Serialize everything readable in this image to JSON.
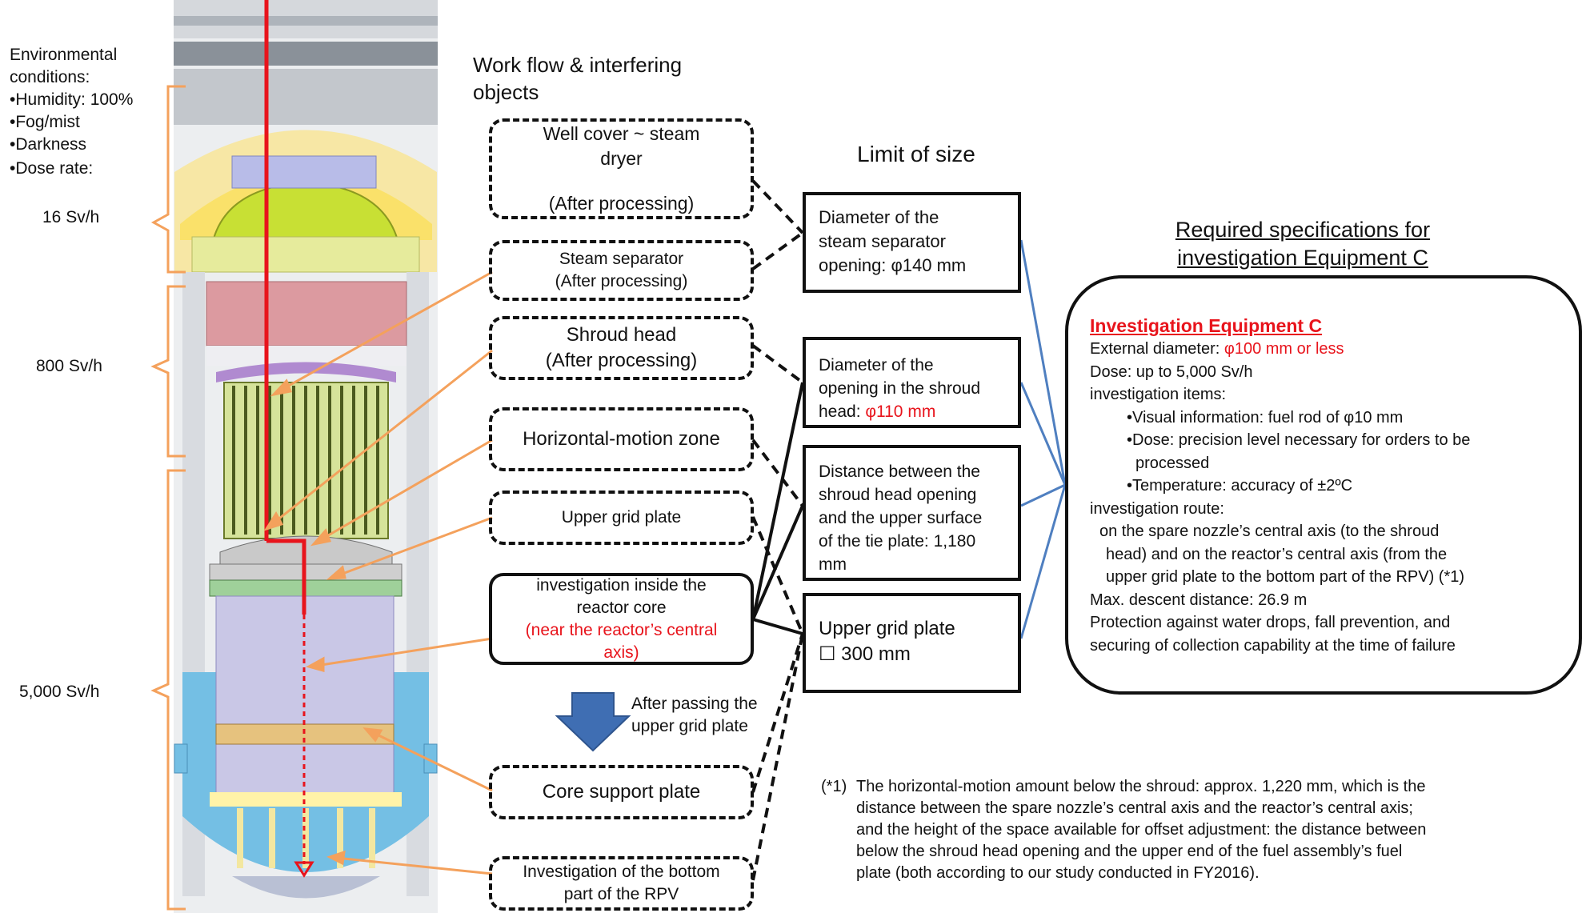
{
  "environment": {
    "heading": [
      "Environmental",
      "conditions:"
    ],
    "items": [
      "•Humidity: 100%",
      "•Fog/mist",
      "•Darkness",
      "•Dose rate:"
    ],
    "dose_levels": [
      "16 Sv/h",
      "800 Sv/h",
      "5,000 Sv/h"
    ]
  },
  "workflow": {
    "title": [
      "Work flow & interfering",
      "objects"
    ],
    "boxes": [
      {
        "lines": [
          "Well cover ~ steam",
          "dryer",
          "",
          "(After processing)"
        ]
      },
      {
        "lines": [
          "Steam separator",
          "(After processing)"
        ]
      },
      {
        "lines": [
          "Shroud head",
          "(After processing)"
        ]
      },
      {
        "lines": [
          "Horizontal-motion zone"
        ]
      },
      {
        "lines": [
          "Upper grid plate"
        ]
      },
      {
        "lines": [
          "investigation inside the",
          "reactor core"
        ],
        "red_lines": [
          "(near the reactor’s central",
          "axis)"
        ]
      },
      {
        "lines": [
          "Core support plate"
        ]
      },
      {
        "lines": [
          "Investigation of the bottom",
          "part of the RPV"
        ]
      }
    ],
    "after_passing": [
      "After passing the",
      "upper grid plate"
    ]
  },
  "limits": {
    "title": "Limit of size",
    "boxes": [
      {
        "lines": [
          "Diameter of the",
          "steam separator",
          "opening: φ140 mm"
        ]
      },
      {
        "lines": [
          "Diameter of the",
          "opening in the shroud"
        ],
        "last_prefix": "head: ",
        "last_red": "φ110 mm"
      },
      {
        "lines": [
          "Distance between the",
          "shroud head opening",
          "and the upper surface",
          "of the tie plate: 1,180",
          "mm"
        ]
      },
      {
        "lines": [
          "Upper grid plate",
          "☐ 300 mm"
        ]
      }
    ]
  },
  "spec": {
    "title": [
      "Required specifications for",
      "investigation Equipment C"
    ],
    "heading": "Investigation Equipment C",
    "ext_label": "External diameter: ",
    "ext_value": "φ100 mm or less",
    "lines": [
      "Dose: up to 5,000 Sv/h",
      "investigation items:",
      "•Visual information: fuel rod of φ10 mm",
      "•Dose: precision level necessary for orders to be",
      "processed",
      "•Temperature: accuracy of ±2ºC",
      "investigation route:",
      "on the spare nozzle’s central axis (to the shroud",
      "head) and on the reactor’s central axis (from the",
      "upper grid plate to the bottom part of the RPV) (*1)",
      "Max. descent distance: 26.9 m",
      "Protection against water drops, fall prevention, and",
      "securing of collection capability at the time of failure"
    ]
  },
  "footnote": {
    "marker": "(*1)",
    "lines": [
      "The horizontal-motion amount below the shroud: approx. 1,220 mm, which is the",
      "distance between the spare nozzle’s central axis and the reactor’s central axis;",
      "and the height of the space available for offset adjustment: the distance between",
      "below the shroud head opening and the upper end of the fuel assembly’s fuel",
      "plate (both according to our study conducted in FY2016)."
    ]
  },
  "colors": {
    "red": "#e8141c",
    "orange": "#f4a15c",
    "blue_line": "#4f7fc0",
    "arrow_blue": "#3f6eb3",
    "dome_green": "#c8e034",
    "separator_pink": "#dc9aa0",
    "water_blue": "#74bfe4",
    "shroud_lavender": "#c9c7e6",
    "plate_tan": "#e6c27e"
  }
}
